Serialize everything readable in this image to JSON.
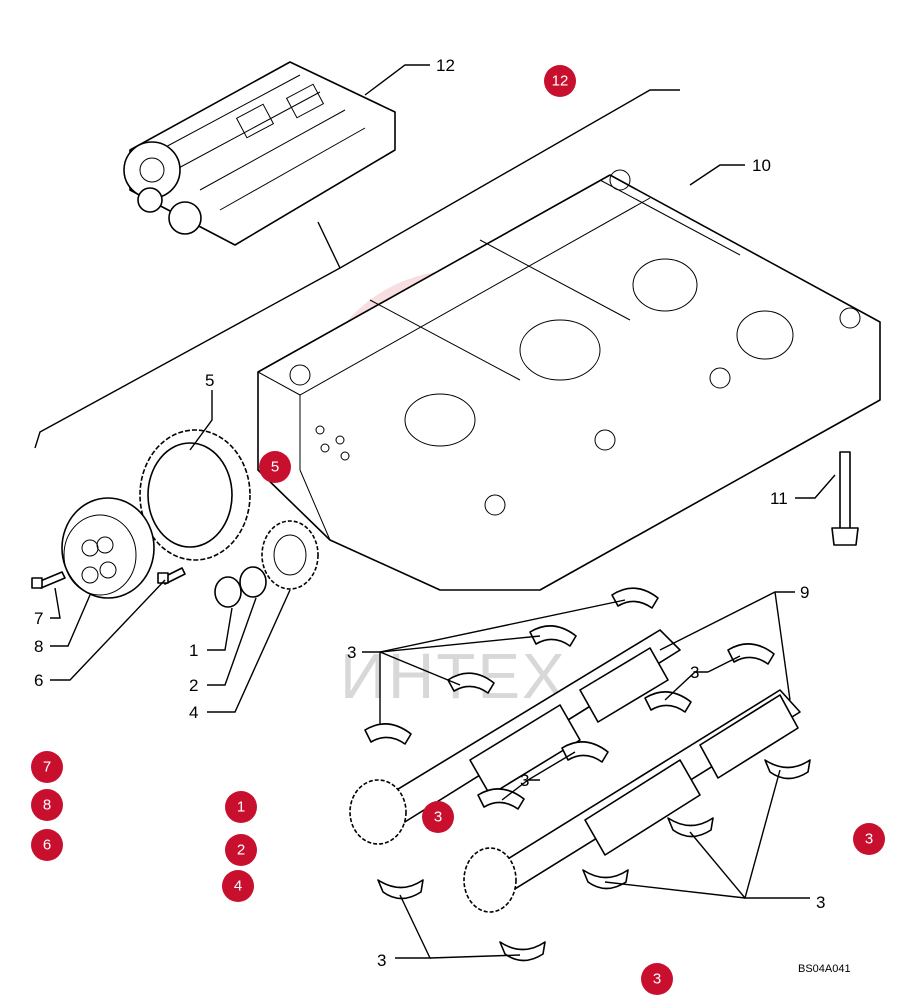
{
  "watermark_text": "ИНТЕХ",
  "figure_code": "BS04A041",
  "callouts": [
    {
      "id": "c12",
      "text": "12"
    },
    {
      "id": "c10",
      "text": "10"
    },
    {
      "id": "c5",
      "text": "5"
    },
    {
      "id": "c11",
      "text": "11"
    },
    {
      "id": "c9",
      "text": "9"
    },
    {
      "id": "c7",
      "text": "7"
    },
    {
      "id": "c8",
      "text": "8"
    },
    {
      "id": "c6",
      "text": "6"
    },
    {
      "id": "c1",
      "text": "1"
    },
    {
      "id": "c2",
      "text": "2"
    },
    {
      "id": "c4",
      "text": "4"
    },
    {
      "id": "c3a",
      "text": "3"
    },
    {
      "id": "c3b",
      "text": "3"
    },
    {
      "id": "c3c",
      "text": "3"
    },
    {
      "id": "c3d",
      "text": "3"
    },
    {
      "id": "c3e",
      "text": "3"
    }
  ],
  "hotspots": [
    {
      "id": "h12",
      "text": "12"
    },
    {
      "id": "h5",
      "text": "5"
    },
    {
      "id": "h7",
      "text": "7"
    },
    {
      "id": "h8",
      "text": "8"
    },
    {
      "id": "h6",
      "text": "6"
    },
    {
      "id": "h1",
      "text": "1"
    },
    {
      "id": "h2",
      "text": "2"
    },
    {
      "id": "h4",
      "text": "4"
    },
    {
      "id": "h3a",
      "text": "3"
    },
    {
      "id": "h3b",
      "text": "3"
    },
    {
      "id": "h3c",
      "text": "3"
    }
  ],
  "colors": {
    "hotspot": "#c8102e",
    "line": "#000000",
    "watermark": "#e8a0a6"
  }
}
